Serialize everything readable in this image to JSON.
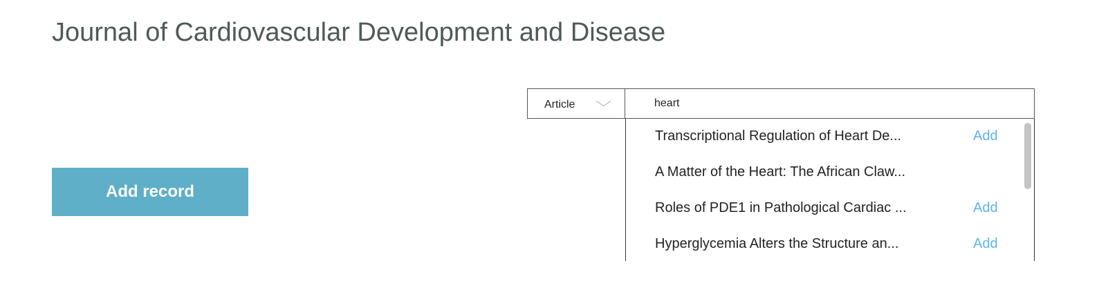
{
  "page": {
    "title": "Journal of Cardiovascular Development and Disease"
  },
  "add_record_label": "Add record",
  "search": {
    "type_selected": "Article",
    "query": "heart",
    "results": [
      {
        "title": "Transcriptional Regulation of Heart De...",
        "action": "Add"
      },
      {
        "title": "A Matter of the Heart: The African Claw...",
        "action": ""
      },
      {
        "title": "Roles of PDE1 in Pathological Cardiac ...",
        "action": "Add"
      },
      {
        "title": "Hyperglycemia Alters the Structure an...",
        "action": "Add"
      }
    ]
  },
  "colors": {
    "button": "#5eafc7",
    "link": "#5bb3f0",
    "title": "#4f5a58"
  }
}
